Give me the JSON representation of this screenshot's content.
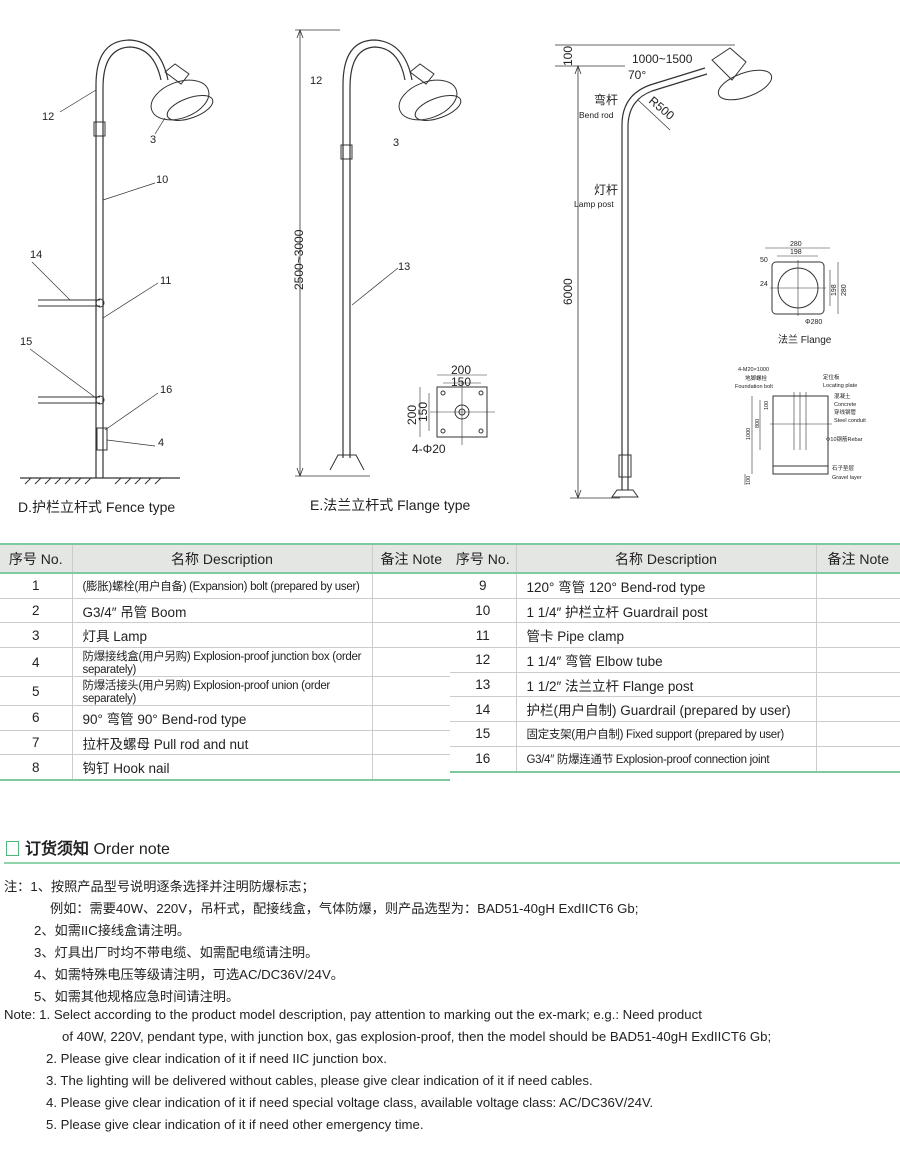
{
  "diagrams": {
    "fence": {
      "caption": "D.护栏立杆式  Fence type",
      "labels": [
        "12",
        "3",
        "10",
        "14",
        "11",
        "15",
        "16",
        "4"
      ]
    },
    "flange": {
      "caption": "E.法兰立杆式  Flange type",
      "height_dim": "2500~3000",
      "labels": [
        "12",
        "3",
        "13"
      ],
      "flange_dims": {
        "w1": "200",
        "w2": "150",
        "h1": "200",
        "h2": "150",
        "holes": "4-Φ20"
      }
    },
    "bend": {
      "top_dim": "100",
      "reach": "1000~1500",
      "angle": "70°",
      "radius": "R500",
      "bend_rod_cn": "弯杆",
      "bend_rod_en": "Bend rod",
      "lamp_post_cn": "灯杆",
      "lamp_post_en": "Lamp post",
      "height": "6000",
      "flange_plate": {
        "d280": "280",
        "d198": "198",
        "d50": "50",
        "d24": "24",
        "v198": "198",
        "v280": "280",
        "phi": "Φ280",
        "caption": "法兰  Flange"
      },
      "foundation": {
        "bolt": "4-M20×1000",
        "bolt_cn": "地脚螺栓",
        "bolt_en": "Foundation bolt",
        "plate_cn": "定位板",
        "plate_en": "Locating plate",
        "concrete_cn": "混凝土",
        "concrete_en": "Concrete",
        "conduit_cn": "穿线钢管",
        "conduit_en": "Steel conduit",
        "rebar": "Φ10钢筋Rebar",
        "gravel_cn": "石子垫层",
        "gravel_en": "Gravel layer",
        "d1000": "1000",
        "d800": "800",
        "d100": "100",
        "d100b": "100"
      }
    }
  },
  "table": {
    "headers": {
      "no": "序号 No.",
      "desc": "名称 Description",
      "note": "备注 Note"
    },
    "rows": [
      {
        "no": "1",
        "desc": "(膨胀)螺栓(用户自备)  (Expansion) bolt (prepared by user)",
        "small": true
      },
      {
        "no": "2",
        "desc": "G3/4″  吊管  Boom"
      },
      {
        "no": "3",
        "desc": "灯具  Lamp"
      },
      {
        "no": "4",
        "desc": "防爆接线盒(用户另购)  Explosion-proof junction box (order separately)",
        "small": true
      },
      {
        "no": "5",
        "desc": "防爆活接头(用户另购)  Explosion-proof union (order separately)",
        "small": true
      },
      {
        "no": "6",
        "desc": "90°  弯管  90°  Bend-rod type"
      },
      {
        "no": "7",
        "desc": "拉杆及螺母  Pull rod and nut"
      },
      {
        "no": "8",
        "desc": "钩钉  Hook nail"
      },
      {
        "no": "9",
        "desc": "120°  弯管  120°  Bend-rod type"
      },
      {
        "no": "10",
        "desc": "1 1/4″  护栏立杆  Guardrail post"
      },
      {
        "no": "11",
        "desc": "管卡  Pipe clamp"
      },
      {
        "no": "12",
        "desc": "1 1/4″  弯管  Elbow tube"
      },
      {
        "no": "13",
        "desc": "1 1/2″  法兰立杆  Flange post"
      },
      {
        "no": "14",
        "desc": "护栏(用户自制)  Guardrail (prepared by user)"
      },
      {
        "no": "15",
        "desc": "固定支架(用户自制)  Fixed support (prepared by user)",
        "small": true
      },
      {
        "no": "16",
        "desc": "G3/4″  防爆连通节  Explosion-proof connection joint",
        "small": true
      }
    ]
  },
  "order_note": {
    "title_cn": "订货须知",
    "title_en": "Order note",
    "lines": [
      "注：1、按照产品型号说明逐条选择并注明防爆标志；",
      "例如：需要40W、220V，吊杆式，配接线盒，气体防爆，则产品选型为：BAD51-40gH ExdIICT6 Gb;",
      "2、如需IIC接线盒请注明。",
      "3、灯具出厂时均不带电缆、如需配电缆请注明。",
      "4、如需特殊电压等级请注明，可选AC/DC36V/24V。",
      "5、如需其他规格应急时间请注明。",
      "Note: 1. Select according to the product model description, pay attention to marking out the ex-mark;  e.g.: Need product",
      "of 40W, 220V, pendant type, with junction box, gas explosion-proof, then the model should be BAD51-40gH ExdIICT6 Gb;",
      "2. Please give clear indication of it if need IIC junction box.",
      "3. The lighting will be delivered without cables, please give clear indication of it if need cables.",
      "4. Please give clear indication of it if need special voltage class, available voltage class: AC/DC36V/24V.",
      "5. Please give clear indication of it if need other emergency time."
    ]
  },
  "colors": {
    "accent": "#7fc9a0",
    "header_bg": "#e4e6e4"
  }
}
